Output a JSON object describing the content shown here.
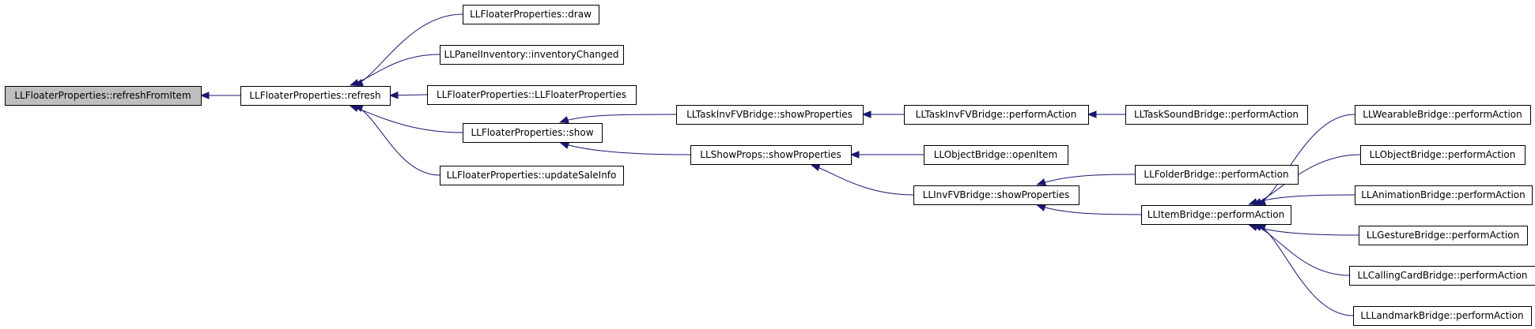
{
  "diagram": {
    "type": "call-graph",
    "colors": {
      "edge": "#191970",
      "root_fill": "#bfbfbf",
      "node_fill": "#ffffff",
      "border": "#000000"
    },
    "nodes": [
      {
        "id": "refreshFromItem",
        "label": "LLFloaterProperties::refreshFromItem",
        "root": true
      },
      {
        "id": "refresh",
        "label": "LLFloaterProperties::refresh"
      },
      {
        "id": "draw",
        "label": "LLFloaterProperties::draw"
      },
      {
        "id": "inventoryChanged",
        "label": "LLPanelInventory::inventoryChanged"
      },
      {
        "id": "ctor",
        "label": "LLFloaterProperties::LLFloaterProperties"
      },
      {
        "id": "show",
        "label": "LLFloaterProperties::show"
      },
      {
        "id": "updateSaleInfo",
        "label": "LLFloaterProperties::updateSaleInfo"
      },
      {
        "id": "taskShowProps",
        "label": "LLTaskInvFVBridge::showProperties"
      },
      {
        "id": "showPropsShow",
        "label": "LLShowProps::showProperties"
      },
      {
        "id": "taskPerform",
        "label": "LLTaskInvFVBridge::performAction"
      },
      {
        "id": "taskSoundPerform",
        "label": "LLTaskSoundBridge::performAction"
      },
      {
        "id": "objOpen",
        "label": "LLObjectBridge::openItem"
      },
      {
        "id": "invShowProps",
        "label": "LLInvFVBridge::showProperties"
      },
      {
        "id": "folderPerform",
        "label": "LLFolderBridge::performAction"
      },
      {
        "id": "itemPerform",
        "label": "LLItemBridge::performAction"
      },
      {
        "id": "wearablePerform",
        "label": "LLWearableBridge::performAction"
      },
      {
        "id": "objectPerform",
        "label": "LLObjectBridge::performAction"
      },
      {
        "id": "animPerform",
        "label": "LLAnimationBridge::performAction"
      },
      {
        "id": "gesturePerform",
        "label": "LLGestureBridge::performAction"
      },
      {
        "id": "callingCardPerform",
        "label": "LLCallingCardBridge::performAction"
      },
      {
        "id": "landmarkPerform",
        "label": "LLLandmarkBridge::performAction"
      }
    ],
    "edges": [
      {
        "from": "refresh",
        "to": "refreshFromItem"
      },
      {
        "from": "draw",
        "to": "refresh"
      },
      {
        "from": "inventoryChanged",
        "to": "refresh"
      },
      {
        "from": "ctor",
        "to": "refresh"
      },
      {
        "from": "show",
        "to": "refresh"
      },
      {
        "from": "updateSaleInfo",
        "to": "refresh"
      },
      {
        "from": "taskShowProps",
        "to": "show"
      },
      {
        "from": "showPropsShow",
        "to": "show"
      },
      {
        "from": "taskPerform",
        "to": "taskShowProps"
      },
      {
        "from": "taskSoundPerform",
        "to": "taskPerform"
      },
      {
        "from": "objOpen",
        "to": "showPropsShow"
      },
      {
        "from": "invShowProps",
        "to": "showPropsShow"
      },
      {
        "from": "folderPerform",
        "to": "invShowProps"
      },
      {
        "from": "itemPerform",
        "to": "invShowProps"
      },
      {
        "from": "wearablePerform",
        "to": "itemPerform"
      },
      {
        "from": "objectPerform",
        "to": "itemPerform"
      },
      {
        "from": "animPerform",
        "to": "itemPerform"
      },
      {
        "from": "gesturePerform",
        "to": "itemPerform"
      },
      {
        "from": "callingCardPerform",
        "to": "itemPerform"
      },
      {
        "from": "landmarkPerform",
        "to": "itemPerform"
      }
    ]
  }
}
